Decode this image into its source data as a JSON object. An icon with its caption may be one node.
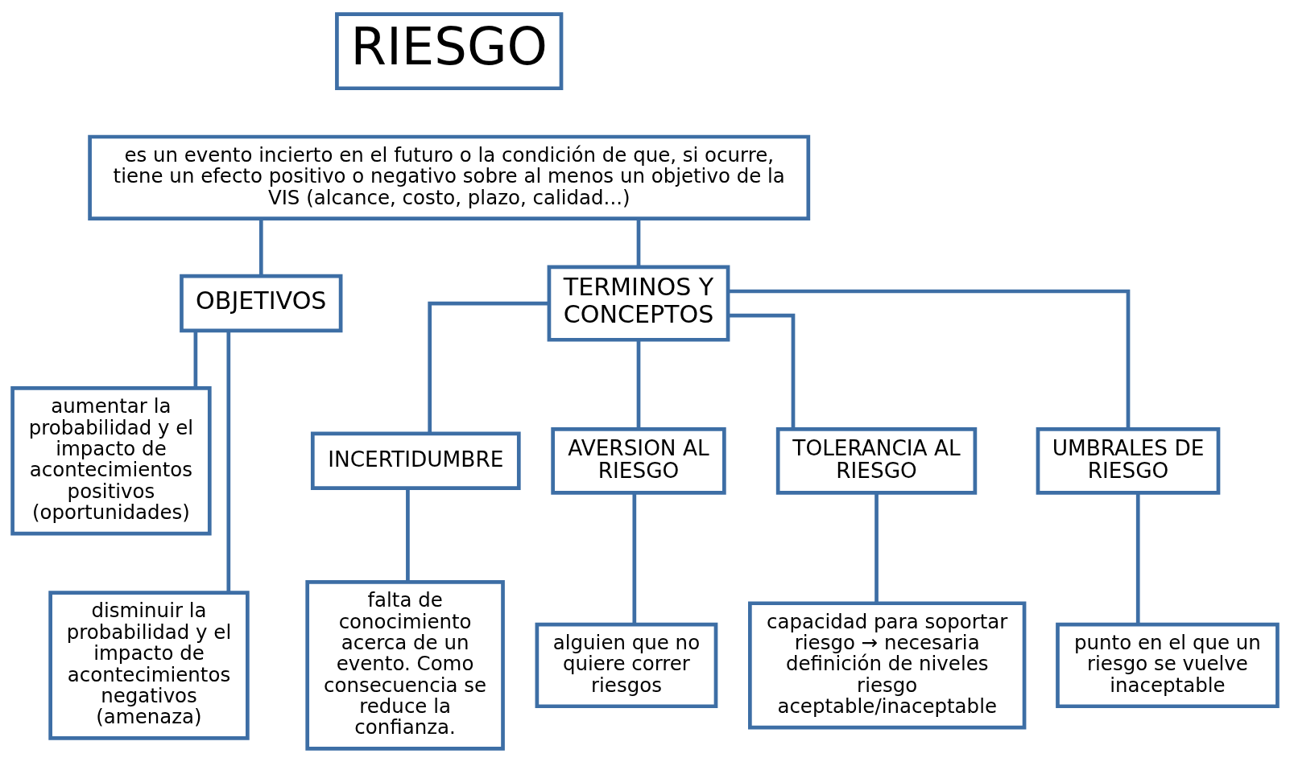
{
  "diagram": {
    "nodes": [
      {
        "text": [
          "RIESGO"
        ]
      },
      {
        "text": [
          "es un evento incierto en el futuro o la condición de que, si ocurre, tiene un efecto positivo o negativo sobre al menos un objetivo de la VIS (alcance, costo, plazo, calidad...)"
        ]
      },
      {
        "text": [
          "OBJETIVOS"
        ]
      },
      {
        "text": [
          "TERMINOS Y CONCEPTOS"
        ]
      },
      {
        "text": [
          "aumentar la probabilidad y el impacto de acontecimientos positivos (oportunidades)"
        ]
      },
      {
        "text": [
          "disminuir la probabilidad y el impacto de acontecimientos negativos (amenaza)"
        ]
      },
      {
        "text": [
          "INCERTIDUMBRE"
        ]
      },
      {
        "text": [
          "AVERSION AL RIESGO"
        ]
      },
      {
        "text": [
          "TOLERANCIA AL RIESGO"
        ]
      },
      {
        "text": [
          "UMBRALES DE RIESGO"
        ]
      },
      {
        "text": [
          "falta de conocimiento acerca de un evento. Como consecuencia se reduce la confianza."
        ]
      },
      {
        "text": [
          "alguien que no quiere correr riesgos"
        ]
      },
      {
        "text": [
          "capacidad para soportar riesgo → necesaria definición de niveles riesgo aceptable/inaceptable"
        ]
      },
      {
        "text": [
          "punto en el que un riesgo se vuelve inaceptable"
        ]
      }
    ],
    "edges": [
      {
        "from": 1,
        "to": 2,
        "arrow": "none"
      },
      {
        "from": 1,
        "to": 3,
        "arrow": "none"
      },
      {
        "from": 2,
        "to": 4,
        "arrow": "none"
      },
      {
        "from": 2,
        "to": 5,
        "arrow": "none"
      },
      {
        "from": 3,
        "to": 6,
        "arrow": "none"
      },
      {
        "from": 3,
        "to": 7,
        "arrow": "none"
      },
      {
        "from": 3,
        "to": 8,
        "arrow": "none"
      },
      {
        "from": 3,
        "to": 9,
        "arrow": "none"
      },
      {
        "from": 6,
        "to": 10,
        "arrow": "none"
      },
      {
        "from": 7,
        "to": 11,
        "arrow": "none"
      },
      {
        "from": 8,
        "to": 12,
        "arrow": "none"
      },
      {
        "from": 9,
        "to": 13,
        "arrow": "none"
      }
    ]
  }
}
